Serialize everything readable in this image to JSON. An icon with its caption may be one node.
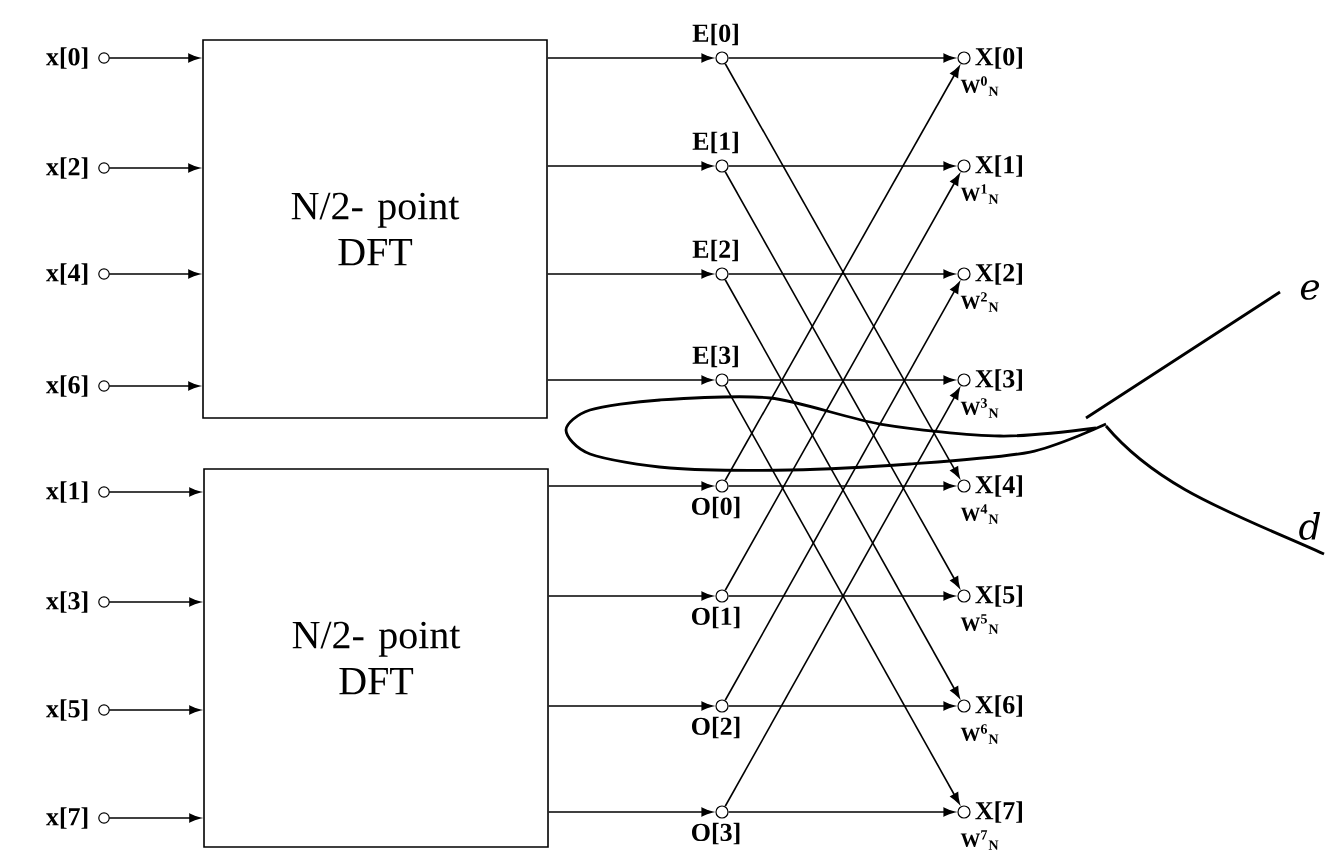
{
  "diagram": {
    "nodes": [
      {
        "text": [
          "x[0]"
        ]
      },
      {
        "text": [
          "x[2]"
        ]
      },
      {
        "text": [
          "x[4]"
        ]
      },
      {
        "text": [
          "x[6]"
        ]
      },
      {
        "text": [
          "N/2- point DFT"
        ]
      },
      {
        "text": [
          "x[1]"
        ]
      },
      {
        "text": [
          "x[3]"
        ]
      },
      {
        "text": [
          "x[5]"
        ]
      },
      {
        "text": [
          "x[7]"
        ]
      },
      {
        "text": [
          "N/2- point DFT"
        ]
      },
      {
        "text": [
          "E[0]"
        ]
      },
      {
        "text": [
          "E[1]"
        ]
      },
      {
        "text": [
          "E[2]"
        ]
      },
      {
        "text": [
          "E[3]"
        ]
      },
      {
        "text": [
          "O[0]"
        ]
      },
      {
        "text": [
          "O[1]"
        ]
      },
      {
        "text": [
          "O[2]"
        ]
      },
      {
        "text": [
          "O[3]"
        ]
      },
      {
        "text": [
          "X[0]"
        ],
        "beside": [
          "W$^{0}$$_{N}$"
        ]
      },
      {
        "text": [
          "X[1]"
        ],
        "beside": [
          "W$^{1}$$_{N}$"
        ]
      },
      {
        "text": [
          "X[2]"
        ],
        "beside": [
          "W$^{2}$$_{N}$"
        ]
      },
      {
        "text": [
          "X[3]"
        ],
        "beside": [
          "W$^{3}$$_{N}$"
        ]
      },
      {
        "text": [
          "X[4]"
        ],
        "beside": [
          "W$^{4}$$_{N}$"
        ]
      },
      {
        "text": [
          "X[5]"
        ],
        "beside": [
          "W$^{5}$$_{N}$"
        ]
      },
      {
        "text": [
          "X[6]"
        ],
        "beside": [
          "W$^{6}$$_{N}$"
        ]
      },
      {
        "text": [
          "X[7]"
        ],
        "beside": [
          "W$^{7}$$_{N}$"
        ]
      }
    ],
    "edges": [
      {
        "from": 0,
        "to": 4,
        "arrow": "to"
      },
      {
        "from": 1,
        "to": 4,
        "arrow": "to"
      },
      {
        "from": 2,
        "to": 4,
        "arrow": "to"
      },
      {
        "from": 3,
        "to": 4,
        "arrow": "to"
      },
      {
        "from": 5,
        "to": 9,
        "arrow": "to"
      },
      {
        "from": 6,
        "to": 9,
        "arrow": "to"
      },
      {
        "from": 7,
        "to": 9,
        "arrow": "to"
      },
      {
        "from": 8,
        "to": 9,
        "arrow": "to"
      },
      {
        "from": 4,
        "to": 10,
        "arrow": "to"
      },
      {
        "from": 4,
        "to": 11,
        "arrow": "to"
      },
      {
        "from": 4,
        "to": 12,
        "arrow": "to"
      },
      {
        "from": 4,
        "to": 13,
        "arrow": "to"
      },
      {
        "from": 9,
        "to": 14,
        "arrow": "to"
      },
      {
        "from": 9,
        "to": 15,
        "arrow": "to"
      },
      {
        "from": 9,
        "to": 16,
        "arrow": "to"
      },
      {
        "from": 9,
        "to": 17,
        "arrow": "to"
      },
      {
        "from": 10,
        "to": 18,
        "arrow": "to"
      },
      {
        "from": 10,
        "to": 22,
        "arrow": "to"
      },
      {
        "from": 11,
        "to": 19,
        "arrow": "to"
      },
      {
        "from": 11,
        "to": 23,
        "arrow": "to"
      },
      {
        "from": 12,
        "to": 20,
        "arrow": "to"
      },
      {
        "from": 12,
        "to": 24,
        "arrow": "to"
      },
      {
        "from": 13,
        "to": 21,
        "arrow": "to"
      },
      {
        "from": 13,
        "to": 25,
        "arrow": "to"
      },
      {
        "from": 14,
        "to": 18,
        "arrow": "to"
      },
      {
        "from": 14,
        "to": 22,
        "arrow": "to"
      },
      {
        "from": 15,
        "to": 19,
        "arrow": "to"
      },
      {
        "from": 15,
        "to": 23,
        "arrow": "to"
      },
      {
        "from": 16,
        "to": 20,
        "arrow": "to"
      },
      {
        "from": 16,
        "to": 24,
        "arrow": "to"
      },
      {
        "from": 17,
        "to": 21,
        "arrow": "to"
      },
      {
        "from": 17,
        "to": 25,
        "arrow": "to"
      }
    ],
    "labels": [
      "e",
      "d"
    ]
  }
}
